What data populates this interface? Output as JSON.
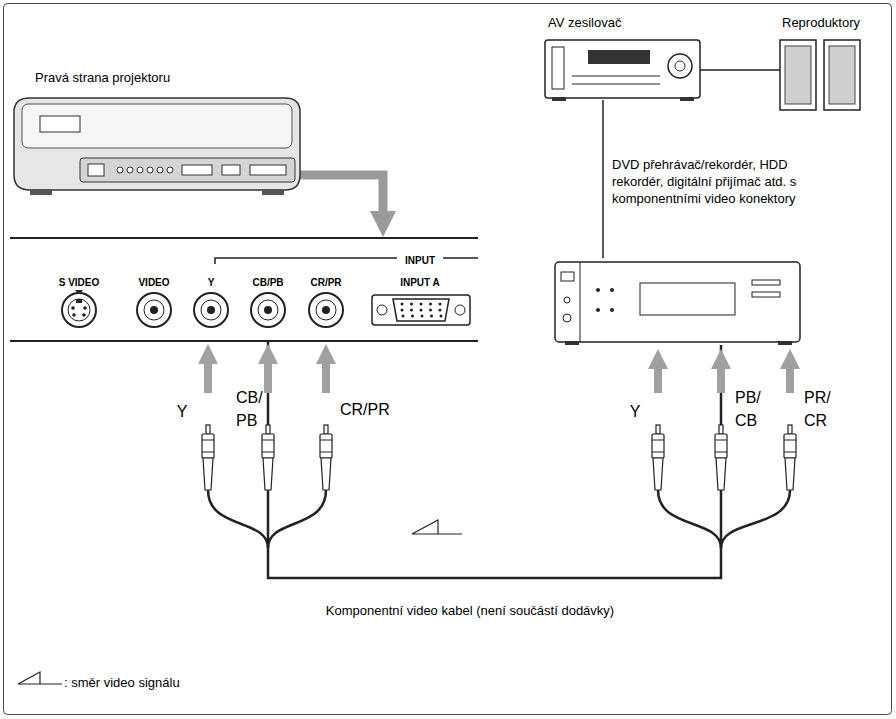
{
  "diagram": {
    "nodes": [
      {
        "text": [
          "Pravá strana projektoru"
        ]
      },
      {
        "text": [
          "INPUT",
          "S VIDEO",
          "VIDEO",
          "Y",
          "CB/PB",
          "CR/PR",
          "INPUT A"
        ]
      },
      {
        "text": [
          "AV zesilovač"
        ]
      },
      {
        "text": [
          "Reproduktory"
        ]
      },
      {
        "text": [
          "DVD přehrávač/rekordér, HDD rekordér, digitální přijímač atd. s komponentními video konektory"
        ]
      }
    ],
    "edges": [
      {
        "from": 0,
        "to": 1,
        "arrow": "to"
      },
      {
        "from": 2,
        "to": 3,
        "arrow": "none"
      },
      {
        "from": 2,
        "to": 4,
        "arrow": "none"
      },
      {
        "from": 4,
        "to": 1,
        "label": "Komponentní video kabel (není součástí dodávky)",
        "arrow": "none"
      }
    ],
    "labels": [
      "Y",
      "CB/ PB",
      "CR/PR",
      "Y",
      "PB/ CB",
      "PR/ CR"
    ],
    "legend": [
      {
        "text": ": směr video signálu"
      }
    ]
  }
}
